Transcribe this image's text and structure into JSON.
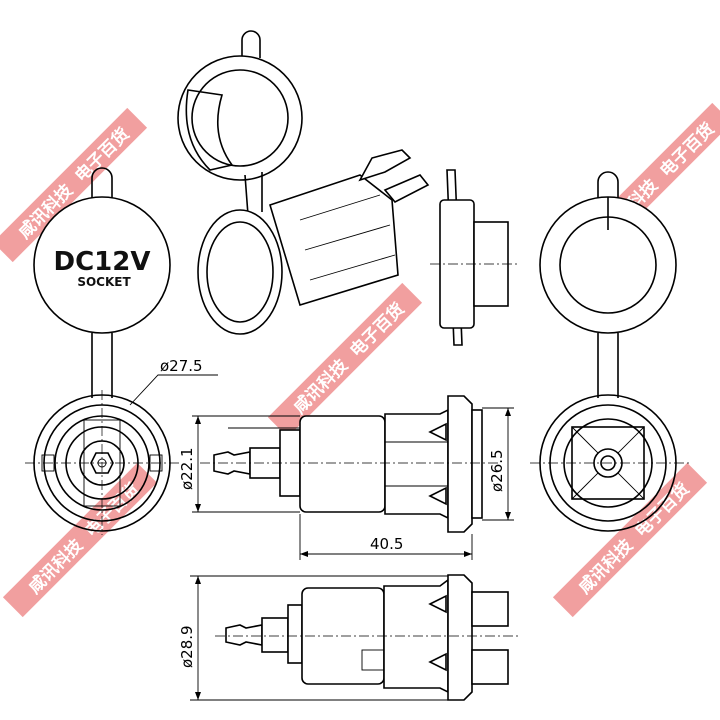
{
  "cap_label": {
    "line1": "DC12V",
    "line2": "SOCKET"
  },
  "dimensions": {
    "face_diameter": "ø27.5",
    "plug_diameter": "ø22.1",
    "flange_diameter": "ø26.5",
    "body_length": "40.5",
    "bottom_diameter": "ø28.9"
  },
  "watermark": {
    "text": "咸讯科技",
    "sub": "电子百货"
  }
}
